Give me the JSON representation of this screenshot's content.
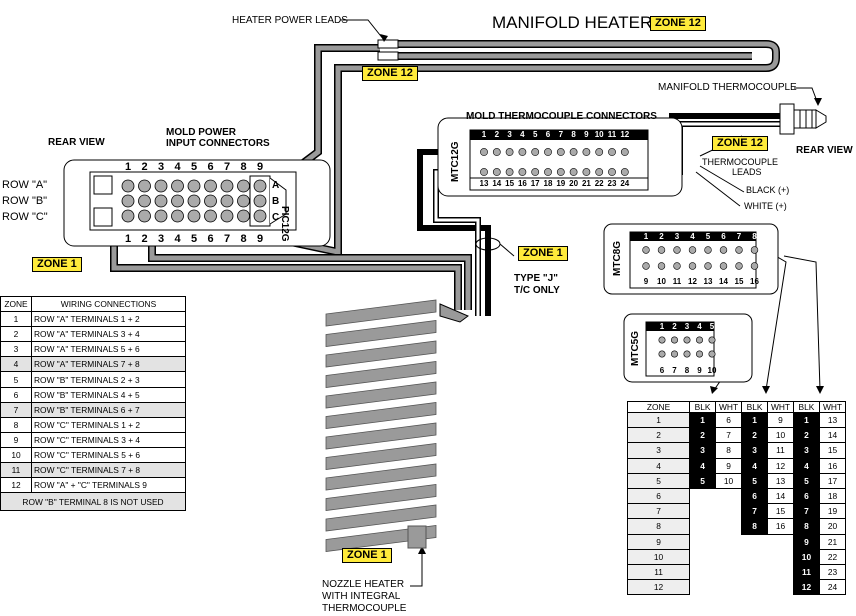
{
  "title": "MANIFOLD HEATER",
  "labels": {
    "heater_power_leads": "HEATER POWER LEADS",
    "manifold_thermocouple": "MANIFOLD THERMOCOUPLE",
    "mold_tc_connectors": "MOLD THERMOCOUPLE CONNECTORS",
    "rear_view_left": "REAR VIEW",
    "rear_view_right": "REAR VIEW",
    "mold_power_line1": "MOLD POWER",
    "mold_power_line2": "INPUT CONNECTORS",
    "row_a": "ROW \"A\"",
    "row_b": "ROW \"B\"",
    "row_c": "ROW \"C\"",
    "pic12g": "PIC12G",
    "mtc12g": "MTC12G",
    "mtc8g": "MTC8G",
    "mtc5g": "MTC5G",
    "tc_leads_line1": "THERMOCOUPLE",
    "tc_leads_line2": "LEADS",
    "black_plus": "BLACK (+)",
    "white_plus": "WHITE (+)",
    "type_j_line1": "TYPE \"J\"",
    "type_j_line2": "T/C ONLY",
    "nozzle_line1": "NOZZLE HEATER",
    "nozzle_line2": "WITH INTEGRAL",
    "nozzle_line3": "THERMOCOUPLE",
    "row_a_letter": "A",
    "row_b_letter": "B",
    "row_c_letter": "C"
  },
  "zone_tags": {
    "title_zone": "ZONE 12",
    "leads_zone": "ZONE 12",
    "tc_zone": "ZONE 12",
    "left_zone": "ZONE 1",
    "tc_only_zone": "ZONE 1",
    "nozzle_zone": "ZONE 1"
  },
  "pic12g_numbers": [
    "1",
    "2",
    "3",
    "4",
    "5",
    "6",
    "7",
    "8",
    "9"
  ],
  "mtc12g_top": [
    "1",
    "2",
    "3",
    "4",
    "5",
    "6",
    "7",
    "8",
    "9",
    "10",
    "11",
    "12"
  ],
  "mtc12g_bottom": [
    "13",
    "14",
    "15",
    "16",
    "17",
    "18",
    "19",
    "20",
    "21",
    "22",
    "23",
    "24"
  ],
  "mtc8g_top": [
    "1",
    "2",
    "3",
    "4",
    "5",
    "6",
    "7",
    "8"
  ],
  "mtc8g_bottom": [
    "9",
    "10",
    "11",
    "12",
    "13",
    "14",
    "15",
    "16"
  ],
  "mtc5g_top": [
    "1",
    "2",
    "3",
    "4",
    "5"
  ],
  "mtc5g_bottom": [
    "6",
    "7",
    "8",
    "9",
    "10"
  ],
  "wiring_table": {
    "headers": [
      "ZONE",
      "WIRING CONNECTIONS"
    ],
    "rows": [
      {
        "zone": "1",
        "conn": "ROW \"A\" TERMINALS 1 + 2"
      },
      {
        "zone": "2",
        "conn": "ROW \"A\" TERMINALS 3 + 4"
      },
      {
        "zone": "3",
        "conn": "ROW \"A\" TERMINALS 5 + 6"
      },
      {
        "zone": "4",
        "conn": "ROW \"A\" TERMINALS 7 + 8"
      },
      {
        "zone": "5",
        "conn": "ROW \"B\" TERMINALS 2 + 3"
      },
      {
        "zone": "6",
        "conn": "ROW \"B\" TERMINALS 4 + 5"
      },
      {
        "zone": "7",
        "conn": "ROW \"B\" TERMINALS 6 + 7"
      },
      {
        "zone": "8",
        "conn": "ROW \"C\" TERMINALS 1 + 2"
      },
      {
        "zone": "9",
        "conn": "ROW \"C\" TERMINALS 3 + 4"
      },
      {
        "zone": "10",
        "conn": "ROW \"C\" TERMINALS 5 + 6"
      },
      {
        "zone": "11",
        "conn": "ROW \"C\" TERMINALS 7 + 8"
      },
      {
        "zone": "12",
        "conn": "ROW \"A\" + \"C\" TERMINALS 9"
      }
    ],
    "note": "ROW \"B\" TERMINAL 8  IS NOT USED"
  },
  "tc_table": {
    "headers": [
      "ZONE",
      "BLK",
      "WHT",
      "BLK",
      "WHT",
      "BLK",
      "WHT"
    ],
    "rows": [
      {
        "zone": "1",
        "c5": [
          "1",
          "6"
        ],
        "c8": [
          "1",
          "9"
        ],
        "c12": [
          "1",
          "13"
        ]
      },
      {
        "zone": "2",
        "c5": [
          "2",
          "7"
        ],
        "c8": [
          "2",
          "10"
        ],
        "c12": [
          "2",
          "14"
        ]
      },
      {
        "zone": "3",
        "c5": [
          "3",
          "8"
        ],
        "c8": [
          "3",
          "11"
        ],
        "c12": [
          "3",
          "15"
        ]
      },
      {
        "zone": "4",
        "c5": [
          "4",
          "9"
        ],
        "c8": [
          "4",
          "12"
        ],
        "c12": [
          "4",
          "16"
        ]
      },
      {
        "zone": "5",
        "c5": [
          "5",
          "10"
        ],
        "c8": [
          "5",
          "13"
        ],
        "c12": [
          "5",
          "17"
        ]
      },
      {
        "zone": "6",
        "c5": null,
        "c8": [
          "6",
          "14"
        ],
        "c12": [
          "6",
          "18"
        ]
      },
      {
        "zone": "7",
        "c5": null,
        "c8": [
          "7",
          "15"
        ],
        "c12": [
          "7",
          "19"
        ]
      },
      {
        "zone": "8",
        "c5": null,
        "c8": [
          "8",
          "16"
        ],
        "c12": [
          "8",
          "20"
        ]
      },
      {
        "zone": "9",
        "c5": null,
        "c8": null,
        "c12": [
          "9",
          "21"
        ]
      },
      {
        "zone": "10",
        "c5": null,
        "c8": null,
        "c12": [
          "10",
          "22"
        ]
      },
      {
        "zone": "11",
        "c5": null,
        "c8": null,
        "c12": [
          "11",
          "23"
        ]
      },
      {
        "zone": "12",
        "c5": null,
        "c8": null,
        "c12": [
          "12",
          "24"
        ]
      }
    ]
  }
}
